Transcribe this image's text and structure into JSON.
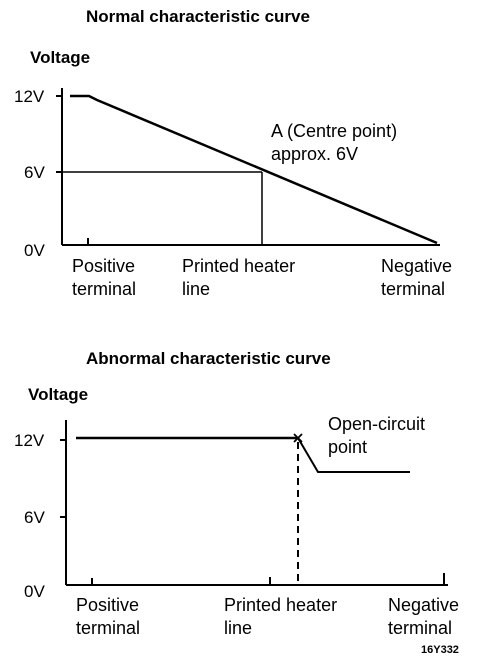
{
  "normal": {
    "title": "Normal characteristic curve",
    "y_label": "Voltage",
    "ticks": [
      "12V",
      "6V",
      "0V"
    ],
    "x_labels": {
      "positive": [
        "Positive",
        "terminal"
      ],
      "printed": [
        "Printed heater",
        "line"
      ],
      "negative": [
        "Negative",
        "terminal"
      ]
    },
    "annotation": [
      "A (Centre point)",
      "approx. 6V"
    ]
  },
  "abnormal": {
    "title": "Abnormal characteristic curve",
    "y_label": "Voltage",
    "ticks": [
      "12V",
      "6V",
      "0V"
    ],
    "x_labels": {
      "positive": [
        "Positive",
        "terminal"
      ],
      "printed": [
        "Printed heater",
        "line"
      ],
      "negative": [
        "Negative",
        "terminal"
      ]
    },
    "annotation": [
      "Open-circuit",
      "point"
    ]
  },
  "figure_code": "16Y332"
}
